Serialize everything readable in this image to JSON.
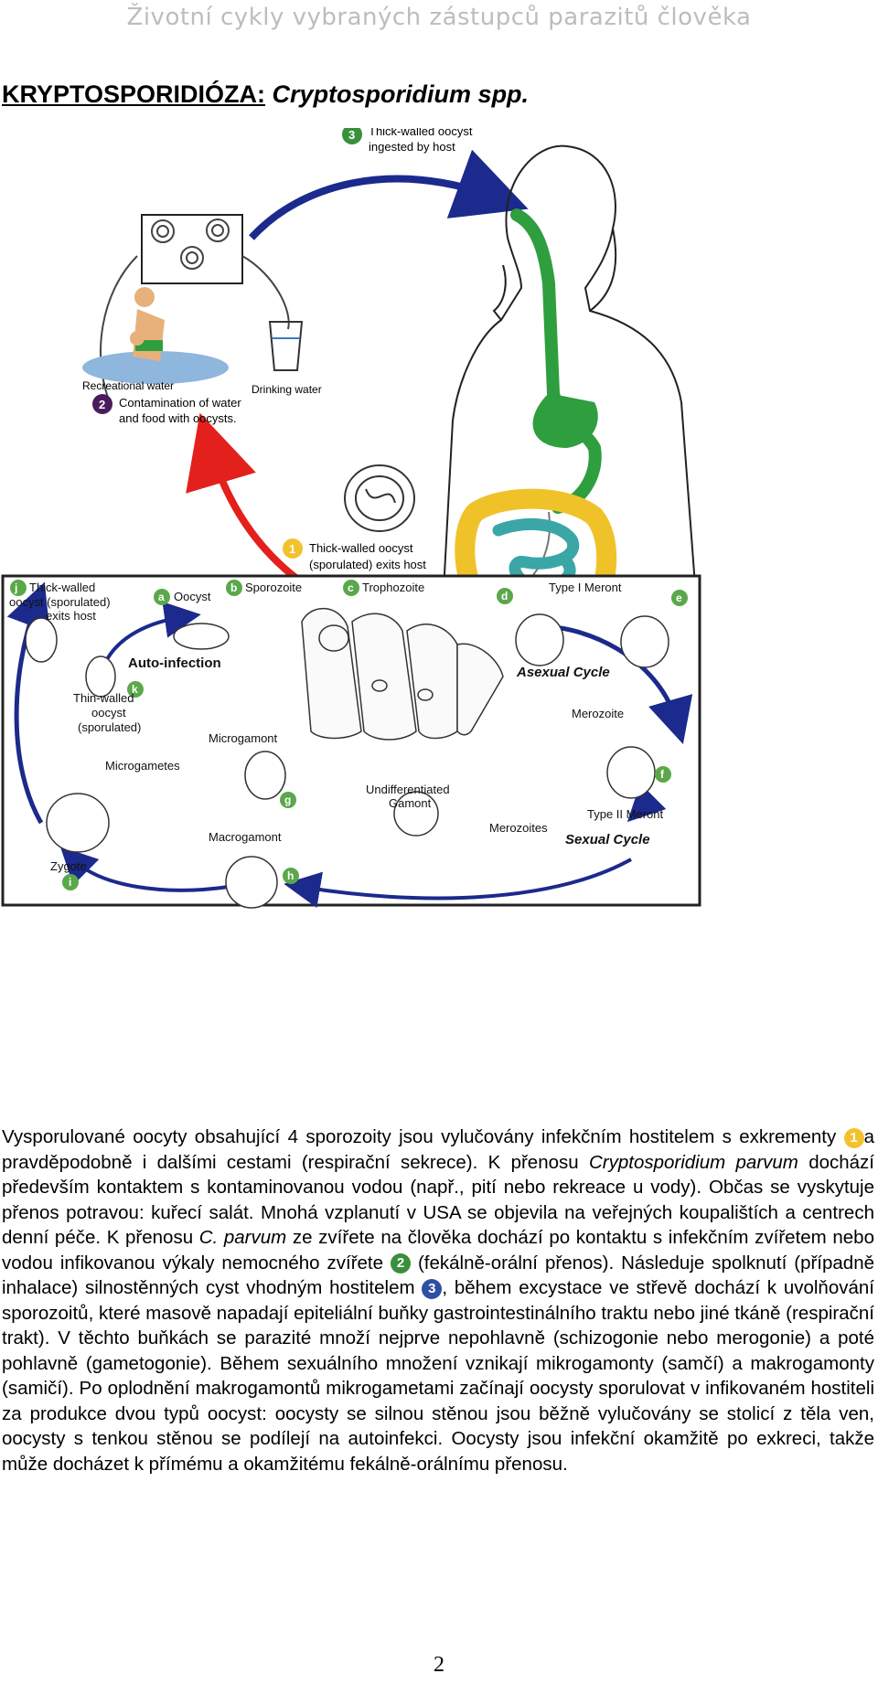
{
  "header": "Životní cykly vybraných zástupců parazitů člověka",
  "title": {
    "prefix": "KRYPTOSPORIDIÓZA:",
    "species": "Cryptosporidium spp."
  },
  "figure": {
    "labels": {
      "step3": "Thick-walled oocyst",
      "step3b": "ingested by host",
      "recreational": "Recreational water",
      "drinking": "Drinking water",
      "step2": "Contamination of water",
      "step2b": "and food with oocysts.",
      "step1": "Thick-walled oocyst",
      "step1b": "(sporulated) exits host",
      "j1": "Thick-walled",
      "j2": "oocyst (sporulated)",
      "j3": "exits host",
      "a": "Oocyst",
      "b": "Sporozoite",
      "c": "Trophozoite",
      "d": "Type I Meront",
      "auto": "Auto-infection",
      "asexual": "Asexual Cycle",
      "merozoite": "Merozoite",
      "k1": "Thin-walled",
      "k2": "oocyst",
      "k3": "(sporulated)",
      "microgamont": "Microgamont",
      "microgametes": "Microgametes",
      "undiff1": "Undifferentiated",
      "undiff2": "Gamont",
      "type2": "Type II Meront",
      "merozoites": "Merozoites",
      "sexual": "Sexual Cycle",
      "macrogamont": "Macrogamont",
      "zygote": "Zygote"
    },
    "badges": {
      "n1": "1",
      "n2": "2",
      "n3": "3",
      "a": "a",
      "b": "b",
      "c": "c",
      "d": "d",
      "e": "e",
      "f": "f",
      "g": "g",
      "h": "h",
      "i": "i",
      "j": "j",
      "k": "k"
    },
    "colors": {
      "navy": "#1b2a8c",
      "red": "#e3201b",
      "gut_green": "#2e9e3e",
      "colon_yellow": "#f0c22a",
      "small_int": "#3ba6a6",
      "badge_green": "#5aa84a"
    }
  },
  "paragraph": {
    "s1": "Vysporulované oocyty obsahující 4 sporozoity jsou vylučovány infekčním hostitelem s exkrementy ",
    "badge1": "1",
    "s2": "a pravděpodobně i dalšími cestami (respirační sekrece). K přenosu ",
    "cp": "Cryptosporidium parvum",
    "s3": " dochází především kontaktem s kontaminovanou vodou (např., pití nebo rekreace u vody). Občas se vyskytuje přenos potravou: kuřecí salát. Mnohá vzplanutí v USA se objevila na veřejných koupalištích a centrech denní péče. K přenosu ",
    "cp2": "C. parvum",
    "s4": " ze zvířete na člověka dochází po kontaktu s infekčním zvířetem nebo vodou infikovanou výkaly nemocného zvířete ",
    "badge2": "2",
    "s5": " (fekálně-orální přenos). Následuje spolknutí (případně inhalace) silnostěnných cyst vhodným hostitelem ",
    "badge3": "3",
    "s6": ", během excystace ve střevě dochází k uvolňování sporozoitů, které masově napadají epiteliální buňky gastrointestinálního traktu nebo jiné tkáně (respirační trakt). V těchto buňkách se parazité množí nejprve nepohlavně (schizogonie nebo merogonie) a poté pohlavně (gametogonie). Během sexuálního množení vznikají mikrogamonty (samčí) a makrogamonty (samičí). Po oplodnění makrogamontů mikrogametami začínají oocysty sporulovat v infikovaném hostiteli za produkce dvou typů oocyst: oocysty se silnou stěnou jsou běžně vylučovány se stolicí z těla ven, oocysty s tenkou stěnou se podílejí na autoinfekci. Oocysty jsou infekční okamžitě po exkreci, takže může docházet k přímému a okamžitému fekálně-orálnímu přenosu."
  },
  "page_number": "2"
}
